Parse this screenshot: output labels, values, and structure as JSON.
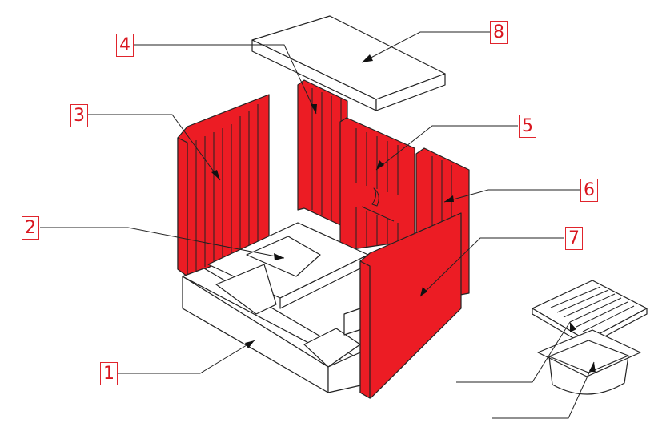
{
  "labels": {
    "p1": "1",
    "p2": "2",
    "p3": "3",
    "p4": "4",
    "p5": "5",
    "p6": "6",
    "p7": "7",
    "p8": "8"
  },
  "colors": {
    "part_red": "#ec1c24",
    "label_red": "#e0242c",
    "outline": "#222222"
  }
}
